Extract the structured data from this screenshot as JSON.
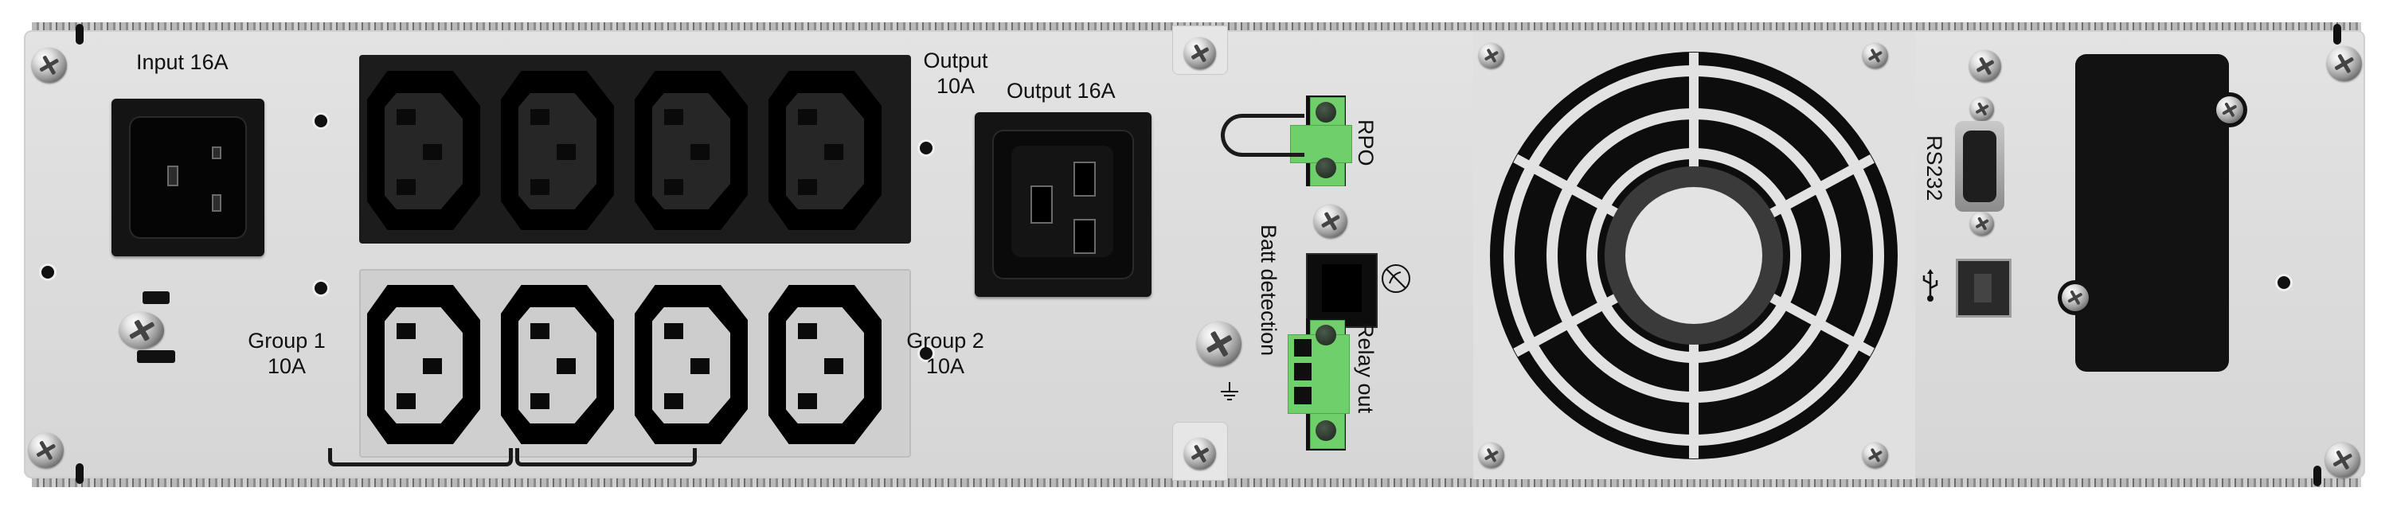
{
  "image": {
    "subject": "UPS rear panel",
    "colors": {
      "panel": "#dcdcdc",
      "socket_black": "#141414",
      "socket_grey": "#cdcdcd",
      "terminal_green": "#6fcf6a",
      "text": "#111111"
    }
  },
  "labels": {
    "input": "Input 16A",
    "output_10a_line1": "Output",
    "output_10a_line2": "10A",
    "output_16a": "Output 16A",
    "group1_line1": "Group 1",
    "group1_line2": "10A",
    "group2_line1": "Group 2",
    "group2_line2": "10A",
    "rpo": "RPO",
    "batt_detection": "Batt detection",
    "relay_out": "Relay out",
    "rs232": "RS232"
  },
  "ports": {
    "input_socket": "IEC C20 inlet",
    "output_16a_socket": "IEC C19 outlet",
    "output_10a_sockets": [
      "C13",
      "C13",
      "C13",
      "C13"
    ],
    "group_sockets": [
      "C13",
      "C13",
      "C13",
      "C13"
    ],
    "comm": [
      "RPO terminal",
      "Batt detection RJ",
      "Relay out terminal",
      "RS232 DB9",
      "USB-B",
      "Slot cover"
    ]
  },
  "icons": {
    "ground": "ground-icon",
    "no_phone": "no-telephone-icon",
    "usb": "usb-icon"
  }
}
